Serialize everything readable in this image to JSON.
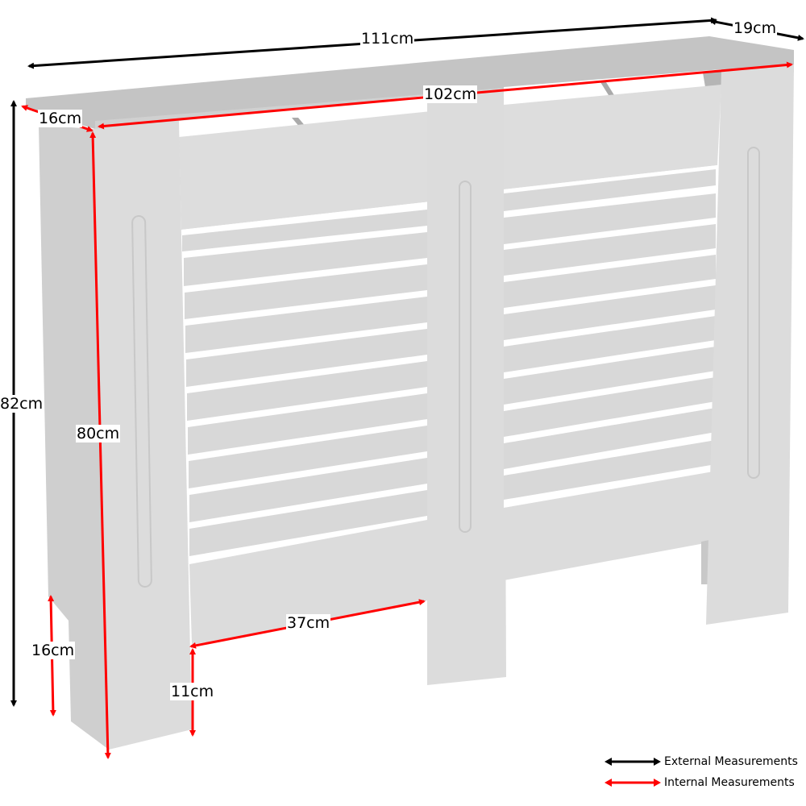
{
  "diagram": {
    "subject": "Radiator cover",
    "colors": {
      "external": "#000000",
      "internal": "#ff0000",
      "panel": "#d9d9d9",
      "panel_light": "#dedede",
      "top": "#c4c4c4",
      "side": "#cfcfcf",
      "gap": "#ffffff",
      "shadow": "#a9a9a9"
    },
    "measurements": {
      "external": [
        {
          "id": "overall-width",
          "label": "111cm"
        },
        {
          "id": "overall-depth",
          "label": "19cm"
        },
        {
          "id": "overall-height",
          "label": "82cm"
        }
      ],
      "internal": [
        {
          "id": "internal-width",
          "label": "102cm"
        },
        {
          "id": "internal-depth",
          "label": "16cm"
        },
        {
          "id": "internal-height",
          "label": "80cm"
        },
        {
          "id": "skirting-cutout-height",
          "label": "16cm"
        },
        {
          "id": "bottom-opening-width",
          "label": "37cm"
        },
        {
          "id": "bottom-opening-height",
          "label": "11cm"
        }
      ]
    },
    "legend": [
      {
        "label": "External Measurements",
        "color": "#000000"
      },
      {
        "label": "Internal Measurements",
        "color": "#ff0000"
      }
    ]
  }
}
